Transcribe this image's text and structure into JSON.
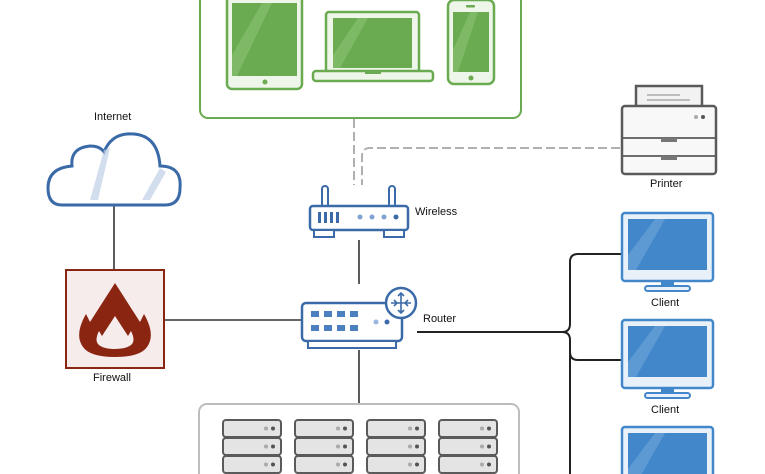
{
  "diagram": {
    "type": "network-topology",
    "nodes": {
      "internet": {
        "label": "Internet",
        "icon": "cloud-icon"
      },
      "firewall": {
        "label": "Firewall",
        "icon": "firewall-icon"
      },
      "wireless": {
        "label": "Wireless",
        "icon": "wireless-ap-icon"
      },
      "router": {
        "label": "Router",
        "icon": "router-switch-icon"
      },
      "printer": {
        "label": "Printer",
        "icon": "printer-icon"
      },
      "client1": {
        "label": "Client",
        "icon": "monitor-icon"
      },
      "client2": {
        "label": "Client",
        "icon": "monitor-icon"
      },
      "client3": {
        "label": "",
        "icon": "monitor-icon"
      },
      "mobile_group": {
        "devices": [
          "tablet",
          "laptop",
          "phone"
        ]
      },
      "server_group": {
        "racks": 4,
        "units_per_rack": 3
      }
    },
    "edges": [
      {
        "from": "internet",
        "to": "firewall",
        "style": "solid"
      },
      {
        "from": "firewall",
        "to": "router",
        "style": "solid"
      },
      {
        "from": "wireless",
        "to": "router",
        "style": "solid"
      },
      {
        "from": "router",
        "to": "server_group",
        "style": "solid"
      },
      {
        "from": "router",
        "to": "client1",
        "style": "solid"
      },
      {
        "from": "router",
        "to": "client2",
        "style": "solid"
      },
      {
        "from": "router",
        "to": "client3",
        "style": "solid"
      },
      {
        "from": "mobile_group",
        "to": "wireless",
        "style": "dashed"
      },
      {
        "from": "printer",
        "to": "wireless",
        "style": "dashed"
      }
    ],
    "colors": {
      "green": "#6aaa50",
      "green_light": "#8cc373",
      "blue_dark": "#3a6aa8",
      "blue_client": "#4287c9",
      "firewall_red": "#8a2512",
      "firewall_bg": "#f7ecec",
      "gray": "#5a5a5a",
      "dash_gray": "#b0b0b0"
    }
  }
}
